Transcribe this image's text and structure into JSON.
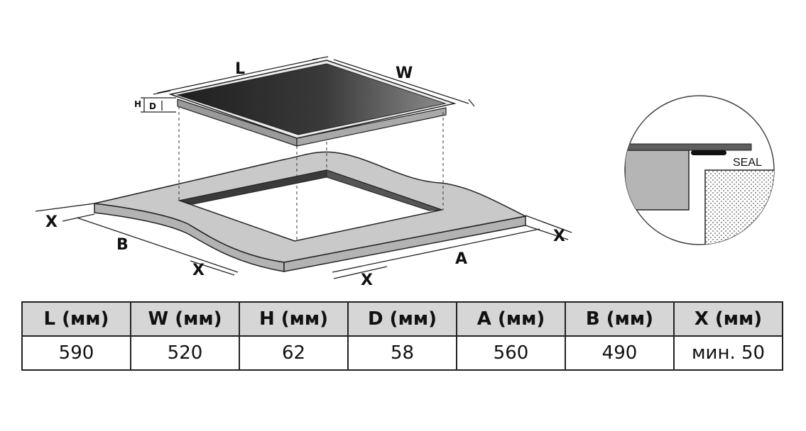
{
  "diagram": {
    "labels": {
      "L": "L",
      "W": "W",
      "H": "H",
      "D": "D",
      "A": "A",
      "B": "B",
      "X_left": "X",
      "X_right": "X",
      "X_front_left": "X",
      "X_front_right": "X"
    },
    "seal_label": "SEAL",
    "colors": {
      "glass_dark": "#2b2b2b",
      "glass_light": "#8a8a8a",
      "countertop": "#c9c9c9",
      "cutout_inner": "#3a3a3a",
      "seal": "#111111",
      "hob_frame": "#ebebeb"
    }
  },
  "table": {
    "headers": [
      "L (мм)",
      "W (мм)",
      "H (мм)",
      "D (мм)",
      "A (мм)",
      "B (мм)",
      "X (мм)"
    ],
    "values": [
      "590",
      "520",
      "62",
      "58",
      "560",
      "490",
      "мин. 50"
    ]
  }
}
